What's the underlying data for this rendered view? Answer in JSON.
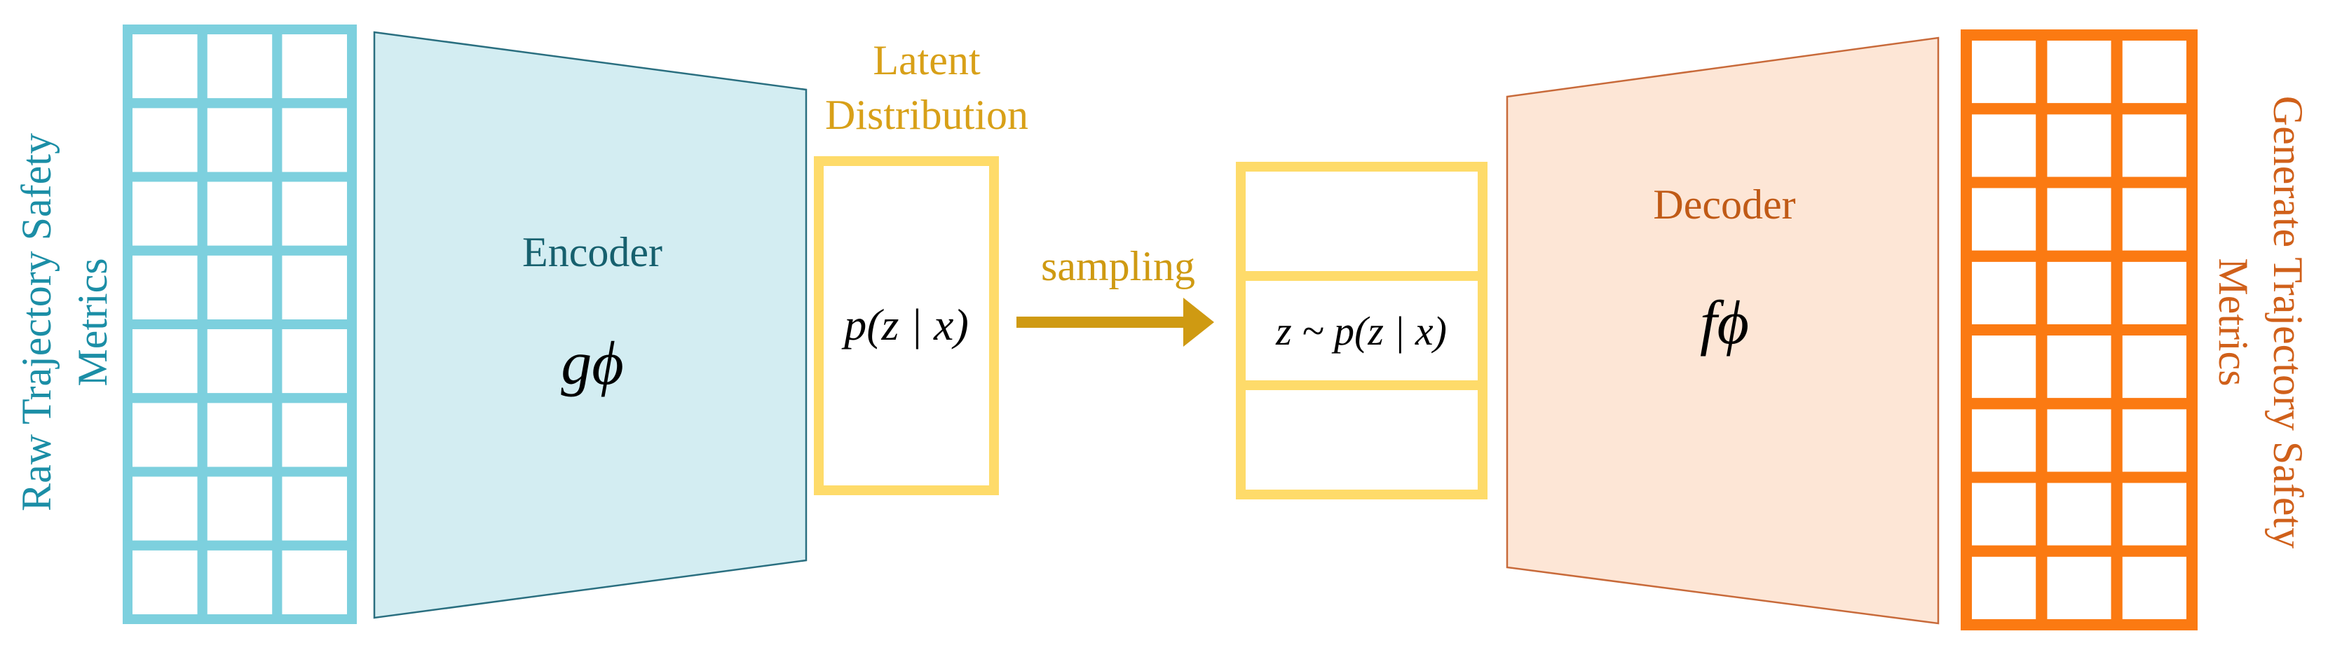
{
  "input_label": {
    "line1": "Raw Trajectory  Safety",
    "line2": "Metrics",
    "color": "#1b8ea6"
  },
  "input_grid": {
    "rows": 8,
    "cols": 3,
    "color": "#7dd0de"
  },
  "encoder": {
    "label": "Encoder",
    "symbol": "gϕ",
    "text_color": "#16606e",
    "fill": "#d3edf2",
    "stroke": "#2a6f80"
  },
  "latent": {
    "title_line1": "Latent",
    "title_line2": "Distribution",
    "title_color": "#d8a018",
    "box_color": "#fedb6a",
    "formula": "p(z | x)"
  },
  "sampling": {
    "label": "sampling",
    "color": "#cf9a12"
  },
  "sample_stack": {
    "formula": "z ~ p(z | x)",
    "box_color": "#fedb6a"
  },
  "decoder": {
    "label": "Decoder",
    "symbol": "fϕ",
    "text_color": "#c05a16",
    "fill": "#fde6d6",
    "stroke": "#c86a3a"
  },
  "output_grid": {
    "rows": 8,
    "cols": 3,
    "color": "#fb7a12"
  },
  "output_label": {
    "line1": "Generate Trajectory  Safety",
    "line2": "Metrics",
    "color": "#d0601a"
  }
}
